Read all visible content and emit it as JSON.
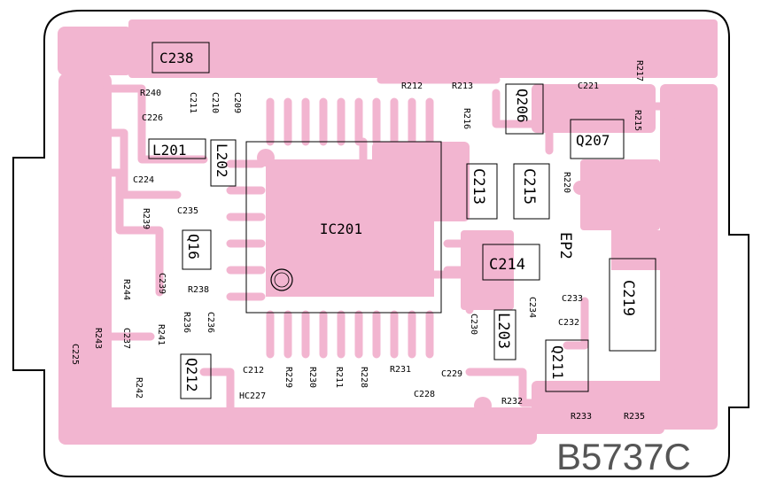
{
  "board": {
    "code": "B5737C",
    "ic": "IC201",
    "colors": {
      "copper": "#f2b5d0",
      "trace": "#f2b5d0",
      "outline": "#000000",
      "background": "#ffffff"
    }
  },
  "labels": {
    "c238": "C238",
    "r240": "R240",
    "c211": "C211",
    "c210": "C210",
    "c209": "C209",
    "c226": "C226",
    "l201": "L201",
    "l202": "L202",
    "c224": "C224",
    "c235": "C235",
    "r239": "R239",
    "q16": "Q16",
    "c239": "C239",
    "r238": "R238",
    "r244": "R244",
    "r236": "R236",
    "c236": "C236",
    "r241": "R241",
    "r243": "R243",
    "c237": "C237",
    "c225": "C225",
    "q212": "Q212",
    "r242": "R242",
    "c212": "C212",
    "hc227": "HC227",
    "r229": "R229",
    "r230": "R230",
    "r211": "R211",
    "r228": "R228",
    "r231": "R231",
    "c229": "C229",
    "c228": "C228",
    "r212": "R212",
    "r213": "R213",
    "q206": "Q206",
    "c221": "C221",
    "r217": "R217",
    "r216": "R216",
    "q207": "Q207",
    "r215": "R215",
    "c213": "C213",
    "c215": "C215",
    "r220": "R220",
    "ep2": "EP2",
    "c214": "C214",
    "c219": "C219",
    "c233": "C233",
    "c234": "C234",
    "c232": "C232",
    "c230": "C230",
    "l203": "L203",
    "q211": "Q211",
    "r232": "R232",
    "r233": "R233",
    "r235": "R235"
  }
}
